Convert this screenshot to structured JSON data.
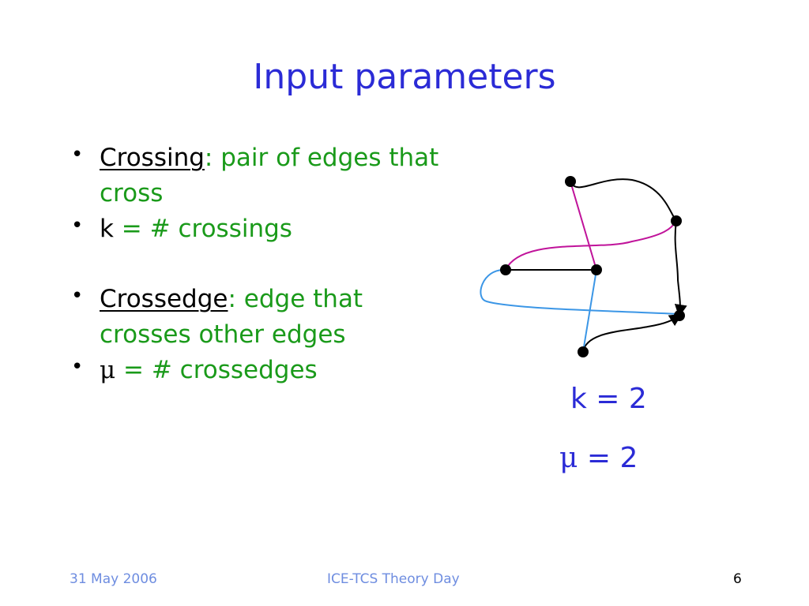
{
  "title": "Input parameters",
  "bullets": [
    {
      "term": "Crossing",
      "rest": ": pair of edges that cross"
    },
    {
      "lead": "k",
      "rest": " = # crossings"
    },
    {
      "term": "Crossedge",
      "rest": ": edge that crosses other edges"
    },
    {
      "lead": "μ",
      "rest": " = # crossedges"
    }
  ],
  "formulas": {
    "k": "k = 2",
    "mu_symbol": "μ",
    "mu_rest": " = 2"
  },
  "footer": {
    "date": "31 May 2006",
    "event": "ICE-TCS Theory Day",
    "page": "6"
  },
  "colors": {
    "title": "#2b2bd6",
    "definition_text": "#1a9a1a",
    "footer": "#6e8de0",
    "edge_magenta": "#c0139a",
    "edge_blue": "#3b96e6",
    "edge_black": "#000000"
  }
}
